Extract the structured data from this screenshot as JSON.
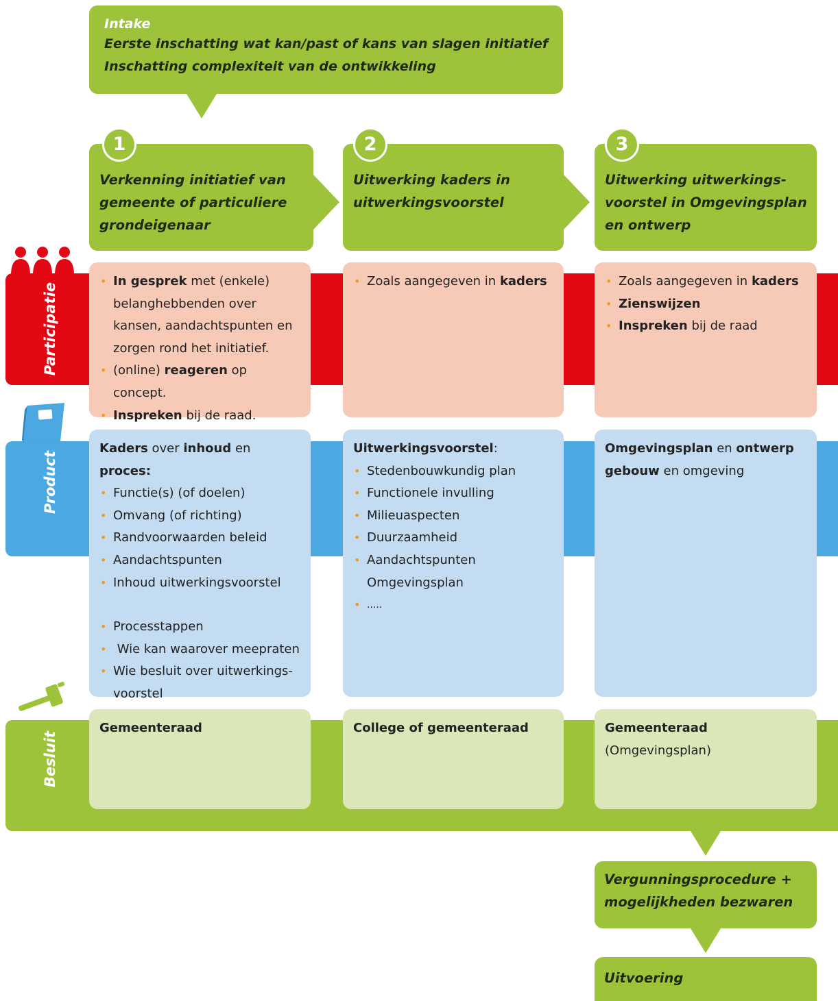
{
  "intake": {
    "heading": "Intake",
    "line1": "Eerste inschatting wat kan/past of kans van slagen initiatief",
    "line2": "Inschatting complexiteit van de ontwikkeling"
  },
  "steps": [
    {
      "number": "1",
      "title_lines": [
        "Verkenning initiatief van",
        "gemeente of particuliere",
        "grondeigenaar"
      ]
    },
    {
      "number": "2",
      "title_lines": [
        "Uitwerking kaders in",
        "uitwerkingsvoorstel"
      ]
    },
    {
      "number": "3",
      "title_lines": [
        "Uitwerking uitwerkings-",
        "voorstel in Omgevingsplan",
        "en ontwerp"
      ]
    }
  ],
  "bands": {
    "participatie": "Participatie",
    "product": "Product",
    "besluit": "Besluit"
  },
  "participatie": {
    "col1": [
      {
        "bold": "In gesprek",
        "rest": " met (enkele)"
      },
      {
        "plain": "belanghebbenden over",
        "indent": true
      },
      {
        "plain": "kansen, aandachtspunten en",
        "indent": true
      },
      {
        "plain": "zorgen rond het initiatief.",
        "indent": true
      },
      {
        "pre": "(online) ",
        "bold": "reageren",
        "rest": " op concept."
      },
      {
        "bold": "Inspreken",
        "rest": " bij de raad."
      }
    ],
    "col2": [
      {
        "pre": "Zoals aangegeven in ",
        "bold": "kaders"
      }
    ],
    "col3": [
      {
        "pre": "Zoals aangegeven in ",
        "bold": "kaders"
      },
      {
        "bold": "Zienswijzen"
      },
      {
        "bold": "Inspreken",
        "rest": " bij de raad"
      }
    ]
  },
  "product": {
    "col1": {
      "heading": {
        "b1": "Kaders",
        "t1": " over ",
        "b2": "inhoud",
        "t2": " en ",
        "b3": "proces:"
      },
      "items1": [
        "Functie(s) (of doelen)",
        "Omvang (of richting)",
        "Randvoorwaarden beleid",
        "Aandachtspunten",
        "Inhoud uitwerkingsvoorstel"
      ],
      "items2": [
        "Processtappen",
        " Wie kan waarover meepraten",
        "Wie besluit over uitwerkings-"
      ],
      "cont": "voorstel"
    },
    "col2": {
      "heading_bold": "Uitwerkingsvoorstel",
      "heading_rest": ":",
      "items": [
        "Stedenbouwkundig plan",
        "Functionele invulling",
        "Milieuaspecten",
        "Duurzaamheid",
        "Aandachtspunten"
      ],
      "cont": "Omgevingsplan",
      "last": "....."
    },
    "col3": {
      "b1": "Omgevingsplan",
      "t1": " en ",
      "b2": "ontwerp",
      "b3": "gebouw",
      "t2": " en omgeving"
    }
  },
  "besluit": {
    "col1": "Gemeenteraad",
    "col2": "College of gemeenteraad",
    "col3_bold": "Gemeenteraad",
    "col3_rest": "(Omgevingsplan)"
  },
  "after": {
    "vergunning_line1": "Vergunningsprocedure +",
    "vergunning_line2": "mogelijkheden bezwaren",
    "uitvoering": "Uitvoering"
  },
  "colors": {
    "green": "#9dc33a",
    "red": "#e30613",
    "blue": "#4ba8e0",
    "pink": "#f7c9b7",
    "lightblue": "#c4dcf1",
    "lightgreen": "#dbe6b9",
    "bullet": "#ef9a1f"
  }
}
